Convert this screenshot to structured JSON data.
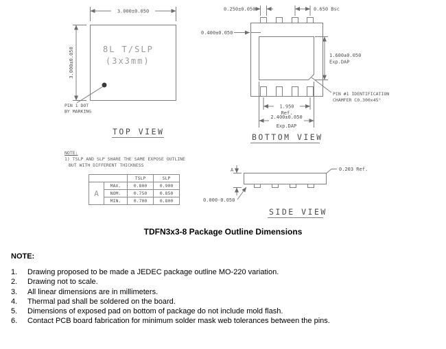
{
  "title": "TDFN3x3-8 Package Outline Dimensions",
  "top_view": {
    "label": "TOP VIEW",
    "body_line1": "8L T/SLP",
    "body_line2": "(3x3mm)",
    "dim_width": "3.000±0.050",
    "dim_height": "3.000±0.050",
    "pin1_note_line1": "PIN 1 DOT",
    "pin1_note_line2": "BY MARKING"
  },
  "bottom_view": {
    "label": "BOTTOM VIEW",
    "dim_terminal_width": "0.250±0.050",
    "dim_pitch": "0.650 Bsc",
    "dim_terminal_length": "0.400±0.050",
    "dim_dap_height_line1": "1.600±0.050",
    "dim_dap_height_line2": "Exp.DAP",
    "dim_span_line1": "1.950",
    "dim_span_line2": "Ref.",
    "dim_dap_width_line1": "2.400±0.050",
    "dim_dap_width_line2": "Exp.DAP",
    "pin1_id_line1": "PIN #1 IDENTIFICATION",
    "pin1_id_line2": "CHAMFER C0.300x45°"
  },
  "side_view": {
    "label": "SIDE VIEW",
    "dim_thickness_label": "A",
    "dim_lead_thickness": "0.203 Ref.",
    "dim_standoff": "0.000-0.050"
  },
  "drawing_note": {
    "heading": "NOTE:",
    "line1": "1) TSLP AND SLP SHARE THE SAME EXPOSE OUTLINE",
    "line2": "BUT WITH DIFFERENT THICKNESS"
  },
  "thickness_table": {
    "row_group_label": "A",
    "col_headers": [
      "TSLP",
      "SLP"
    ],
    "rows": [
      {
        "name": "MAX.",
        "tslp": "0.800",
        "slp": "0.900"
      },
      {
        "name": "NOM.",
        "tslp": "0.750",
        "slp": "0.850"
      },
      {
        "name": "MIN.",
        "tslp": "0.700",
        "slp": "0.800"
      }
    ]
  },
  "notes": {
    "heading": "NOTE:",
    "items": [
      {
        "num": "1.",
        "text": "Drawing proposed to be made a JEDEC package outline MO-220 variation."
      },
      {
        "num": "2.",
        "text": "Drawing not to scale."
      },
      {
        "num": "3.",
        "text": "All linear dimensions are in millimeters."
      },
      {
        "num": "4.",
        "text": "Thermal pad shall be soldered on the board."
      },
      {
        "num": "5.",
        "text": "Dimensions of exposed pad on bottom of package do not include mold flash."
      },
      {
        "num": "6.",
        "text": "Contact PCB board fabrication for minimum solder mask web tolerances between the pins."
      }
    ]
  }
}
